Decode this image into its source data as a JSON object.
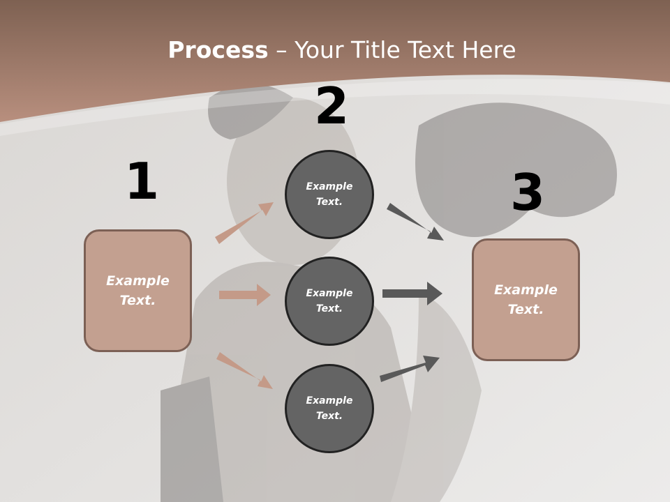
{
  "slide": {
    "title_bold": "Process",
    "title_rest": " – Your Title Text Here"
  },
  "steps": [
    {
      "number": "1"
    },
    {
      "number": "2"
    },
    {
      "number": "3"
    }
  ],
  "nodes": {
    "left_box": "Example\nText.",
    "circle_top": "Example\nText.",
    "circle_mid": "Example\nText.",
    "circle_bottom": "Example\nText.",
    "right_box": "Example\nText."
  },
  "colors": {
    "header": "#9b7363",
    "box_fill": "#c3a090",
    "box_border": "#7c6055",
    "circle_fill": "#646464",
    "arrow_tan": "#c49a88",
    "arrow_dark": "#595959"
  }
}
